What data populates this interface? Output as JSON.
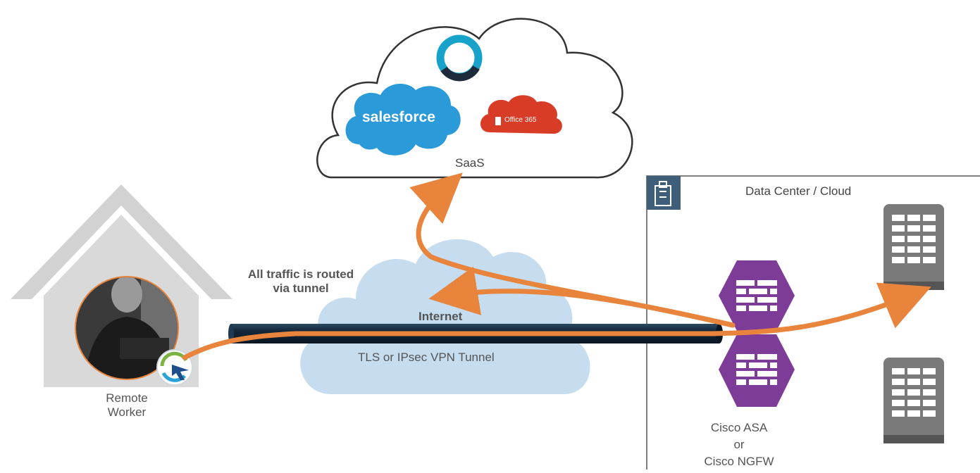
{
  "saas": {
    "label": "SaaS",
    "salesforce_logo_text": "salesforce",
    "office365_logo_text": "Office 365",
    "webex_icon": "webex-logo-icon"
  },
  "internet": {
    "label": "Internet",
    "tunnel_label": "TLS or IPsec VPN Tunnel"
  },
  "routing_note": {
    "line1": "All traffic is routed",
    "line2": "via tunnel"
  },
  "remote_worker": {
    "line1": "Remote",
    "line2": "Worker",
    "client_icon": "anyconnect-client-icon"
  },
  "datacenter": {
    "title": "Data Center / Cloud",
    "building_icon": "building-icon",
    "firewall_line1": "Cisco ASA",
    "firewall_line2": "or",
    "firewall_line3": "Cisco NGFW"
  },
  "colors": {
    "cloud_blue": "#c5ddef",
    "saas_cloud_stroke": "#333333",
    "arrow_orange": "#e8843c",
    "tunnel_dark": "#13283a",
    "firewall_purple": "#7d3c98",
    "server_gray": "#7a7a7a",
    "house_gray": "#d2d2d2",
    "salesforce_blue": "#2a9ad8",
    "office_red": "#d83b26"
  }
}
